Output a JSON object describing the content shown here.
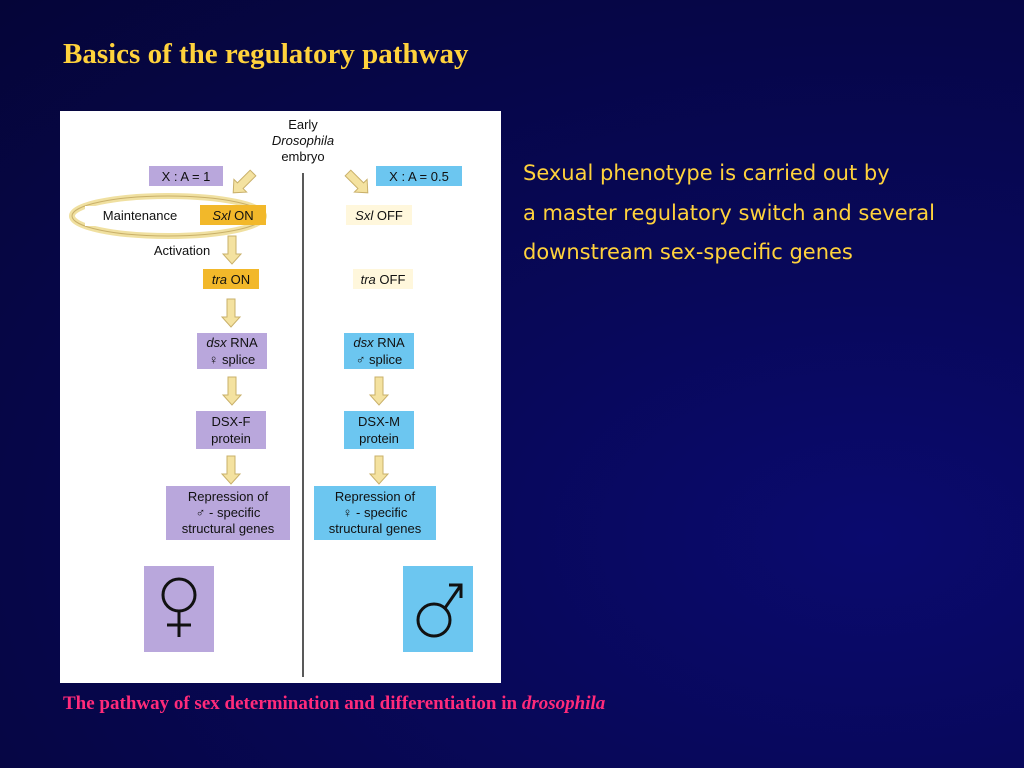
{
  "slide": {
    "title": "Basics of the regulatory pathway",
    "description_lines": [
      "Sexual phenotype is  carried out by",
      "a master regulatory switch and several",
      "downstream sex-specific genes"
    ],
    "caption_main": "The pathway of sex determination and differentiation in ",
    "caption_italic": "drosophila"
  },
  "diagram": {
    "embryo": {
      "line1": "Early",
      "line2": "Drosophila",
      "line3": "embryo"
    },
    "maintenance": "Maintenance",
    "activation": "Activation",
    "female": {
      "ratio": "X : A = 1",
      "sxl_gene": "Sxl",
      "sxl_state": " ON",
      "tra_gene": "tra",
      "tra_state": " ON",
      "dsx_gene": "dsx",
      "dsx_rna": " RNA",
      "dsx_splice": "♀ splice",
      "protein_line1": "DSX-F",
      "protein_line2": "protein",
      "rep_line1": "Repression of",
      "rep_line2": "♂ - specific",
      "rep_line3": "structural genes",
      "symbol": "♀"
    },
    "male": {
      "ratio": "X : A = 0.5",
      "sxl_gene": "Sxl",
      "sxl_state": " OFF",
      "tra_gene": "tra",
      "tra_state": " OFF",
      "dsx_gene": "dsx",
      "dsx_rna": " RNA",
      "dsx_splice": "♂ splice",
      "protein_line1": "DSX-M",
      "protein_line2": "protein",
      "rep_line1": "Repression of",
      "rep_line2": "♀ - specific",
      "rep_line3": "structural genes",
      "symbol": "♂"
    },
    "colors": {
      "female_box": "#b9a7dc",
      "male_box": "#6cc6f0",
      "on_box": "#f2b82a",
      "off_box": "#fff7dc",
      "arrow": "#f4e2a0",
      "arrow_stroke": "#c9b06a"
    }
  }
}
